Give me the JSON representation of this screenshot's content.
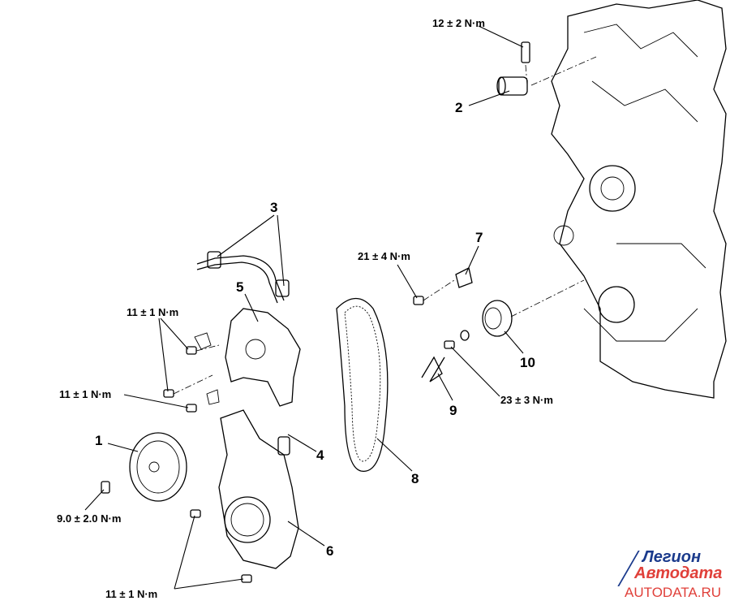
{
  "callouts": {
    "part1": "1",
    "part2": "2",
    "part3": "3",
    "part4": "4",
    "part5": "5",
    "part6": "6",
    "part7": "7",
    "part8": "8",
    "part9": "9",
    "part10": "10"
  },
  "torques": {
    "t_top": "12 ± 2 N·m",
    "t_21": "21 ± 4 N·m",
    "t_11a": "11 ± 1 N·m",
    "t_11b": "11 ± 1 N·m",
    "t_9": "9.0 ± 2.0 N·m",
    "t_11c": "11 ± 1 N·m",
    "t_23": "23 ± 3 N·m"
  },
  "logo": {
    "line1": "Легион",
    "line2": "Автодата",
    "line3": "AUTODATA.RU"
  }
}
